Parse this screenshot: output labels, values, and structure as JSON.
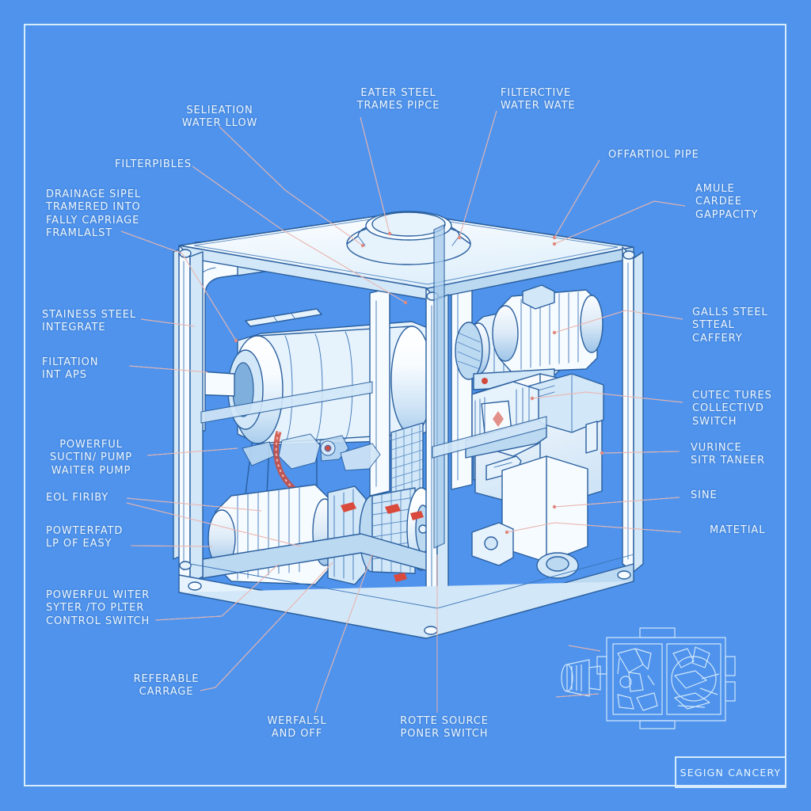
{
  "sheet": {
    "background_color": "#4f93ec",
    "border_color": "#d6ecfb",
    "line_color": "#2a5f9e",
    "leader_color": "#e8a9a0",
    "accent_color": "#d9493c"
  },
  "title_block": {
    "text": "SEGIGN CANCERY"
  },
  "callouts": {
    "top_left_1": "SELIEATION\nWATER LLOW",
    "top_left_2": "FILTERPIBLES",
    "top_left_3": "DRAINAGE SIPEL\nTRAMERED INTO\nFALLY CAPRIAGE\nFRAMLALST",
    "top_center_1": "EATER STEEL\nTRAMES PIPCE",
    "top_center_2": "FILTERCTIVE\nWATER WATE",
    "top_right_1": "OFFARTIOL PIPE",
    "top_right_2": "AMULE\nCARDEE\nGAPPACITY",
    "left_1": "STAINESS STEEL\nINTEGRATE",
    "left_2": "FILTATION\nINT APS",
    "left_3": "POWERFUL\nSUCTIN/ PUMP\nWAITER PUMP",
    "left_4": "EOL FIRIBY",
    "left_5": "POWTERFATD\nLP OF EASY",
    "left_6": "POWERFUL WITER\nSYTER /TO PLTER\nCONTROL SWITCH",
    "left_7": "REFERABLE\nCARRAGE",
    "right_1": "GALLS STEEL\nSTTEAL\nCAFFERY",
    "right_2": "CUTEC TURES\nCOLLECTIVD\nSWITCH",
    "right_3": "VURINCE\nSITR TANEER",
    "right_4": "SINE",
    "right_5": "MATETIAL",
    "bottom_1": "WERFAL5L\nAND OFF",
    "bottom_2": "ROTTE SOURCE\nPONER SWITCH"
  }
}
